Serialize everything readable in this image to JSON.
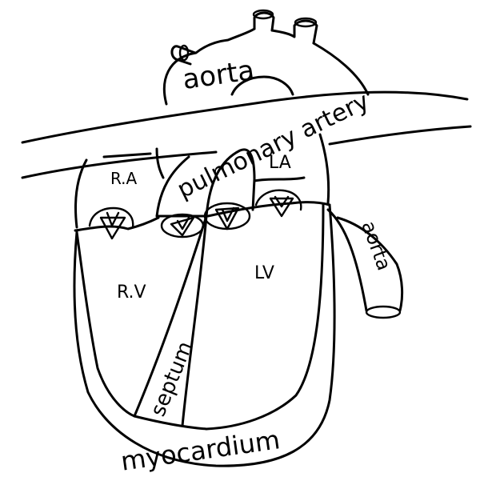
{
  "labels": {
    "aorta_top": "aorta",
    "pulmonary_artery": "pulmonary artery",
    "ra": "R.A",
    "la": "LA",
    "rv": "R.V",
    "lv": "LV",
    "septum": "septum",
    "myocardium": "myocardium",
    "aorta_side": "aorta"
  },
  "colors": {
    "ink": "#000000",
    "paper": "#ffffff"
  }
}
